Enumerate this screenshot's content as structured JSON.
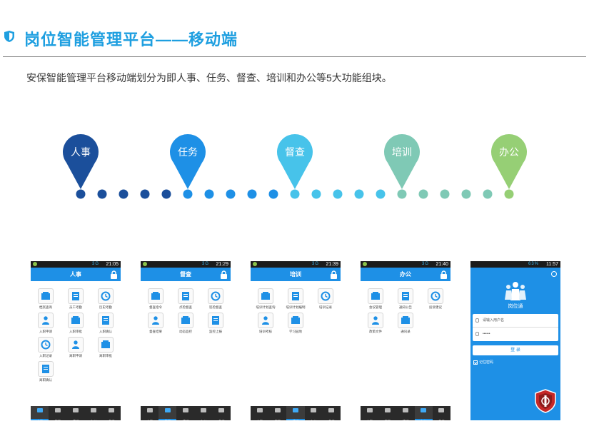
{
  "header": {
    "title": "岗位智能管理平台——移动端"
  },
  "intro": "安保智能管理平台移动端划分为即人事、任务、督查、培训和办公等5大功能组块。",
  "timeline": {
    "markers": [
      {
        "label": "人事",
        "color": "#1b4f9b"
      },
      {
        "label": "任务",
        "color": "#1e90e6"
      },
      {
        "label": "督查",
        "color": "#47c3ea"
      },
      {
        "label": "培训",
        "color": "#7fc9b5"
      },
      {
        "label": "办公",
        "color": "#96cf75"
      }
    ],
    "dot_count": 21,
    "dot_colors": [
      "#1b4f9b",
      "#1b4f9b",
      "#1b4f9b",
      "#1b4f9b",
      "#1b4f9b",
      "#1e90e6",
      "#1e90e6",
      "#1e90e6",
      "#1e90e6",
      "#1e90e6",
      "#47c3ea",
      "#47c3ea",
      "#47c3ea",
      "#47c3ea",
      "#47c3ea",
      "#7fc9b5",
      "#7fc9b5",
      "#7fc9b5",
      "#7fc9b5",
      "#7fc9b5",
      "#96cf75"
    ],
    "marker_dot_index": [
      0,
      5,
      10,
      15,
      20
    ]
  },
  "nav_labels": [
    "人事",
    "督查",
    "培训",
    "办公",
    "任务"
  ],
  "phones": [
    {
      "time": "21:05",
      "signal": "3G",
      "title": "人事",
      "active_nav": 0,
      "items": [
        "档案查询",
        "员工考勤",
        "历史考勤",
        "入职申请",
        "入职审批",
        "入职确认",
        "入职记录",
        "离职申请",
        "离职审批",
        "离职确认"
      ]
    },
    {
      "time": "21:29",
      "signal": "3G",
      "title": "督查",
      "active_nav": 1,
      "items": [
        "督查指令",
        "点检督查",
        "巡检督查",
        "督查结果",
        "动态监控",
        "监控上报"
      ]
    },
    {
      "time": "21:39",
      "signal": "3G",
      "title": "培训",
      "active_nav": 2,
      "items": [
        "培训计划查询",
        "培训计划编制",
        "培训记录",
        "培训考核",
        "学习园地"
      ]
    },
    {
      "time": "21:40",
      "signal": "3G",
      "title": "办公",
      "active_nav": 3,
      "items": [
        "会议管理",
        "通知公告",
        "投诉建议",
        "政策文件",
        "通讯录"
      ]
    }
  ],
  "login": {
    "time": "11:57",
    "signal": "63%",
    "brand": "岗位通",
    "username_placeholder": "请输入用户名",
    "password_mask": "••••••",
    "login_button": "登 录",
    "remember": "记住密码"
  }
}
